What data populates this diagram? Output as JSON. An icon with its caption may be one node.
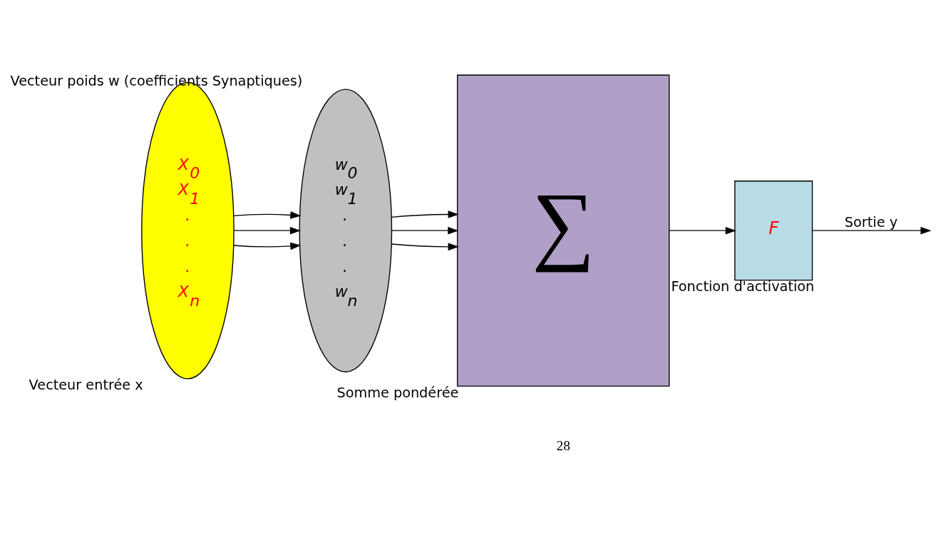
{
  "diagram": {
    "nodes": [
      {
        "text": [
          "X$_{0}$",
          "X$_{1}$",
          ".",
          ".",
          ".",
          "X$_{n}$"
        ],
        "beside": [
          "Vecteur entrée x"
        ]
      },
      {
        "text": [
          "w$_{0}$",
          "w$_{1}$",
          ".",
          ".",
          ".",
          "w$_{n}$"
        ],
        "beside": [
          "Vecteur poids w (coefficients Synaptiques)"
        ]
      },
      {
        "text": [
          "∑"
        ],
        "beside": [
          "Somme pondérée"
        ]
      },
      {
        "text": [
          "F"
        ],
        "beside": [
          "Fonction d'activation"
        ]
      }
    ],
    "edges": [
      {
        "from": 0,
        "to": 1,
        "arrow": "to"
      },
      {
        "from": 0,
        "to": 1,
        "arrow": "to"
      },
      {
        "from": 0,
        "to": 1,
        "arrow": "to"
      },
      {
        "from": 1,
        "to": 2,
        "arrow": "to"
      },
      {
        "from": 1,
        "to": 2,
        "arrow": "to"
      },
      {
        "from": 1,
        "to": 2,
        "arrow": "to"
      },
      {
        "from": 2,
        "to": 3,
        "arrow": "to"
      },
      {
        "from": 3,
        "to": null,
        "arrow": "to",
        "label": "Sortie y"
      }
    ],
    "labels": [
      "28"
    ]
  }
}
